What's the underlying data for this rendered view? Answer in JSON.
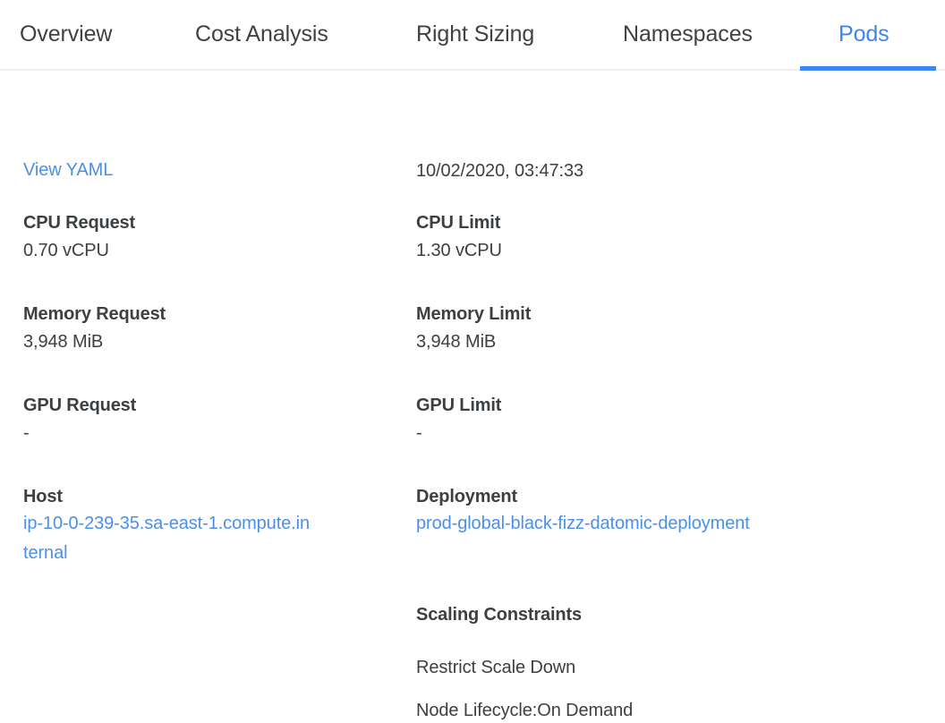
{
  "tabs": [
    {
      "label": "Overview",
      "active": false
    },
    {
      "label": "Cost Analysis",
      "active": false
    },
    {
      "label": "Right Sizing",
      "active": false
    },
    {
      "label": "Namespaces",
      "active": false
    },
    {
      "label": "Pods",
      "active": true
    }
  ],
  "colors": {
    "accent": "#3b86f0",
    "link": "#4a90e8",
    "text": "#3c4043",
    "border": "#eceff1"
  },
  "left_column": {
    "view_yaml_link": "View YAML",
    "cpu_request": {
      "label": "CPU Request",
      "value": "0.70 vCPU"
    },
    "memory_request": {
      "label": "Memory Request",
      "value": "3,948 MiB"
    },
    "gpu_request": {
      "label": "GPU Request",
      "value": "-"
    },
    "host": {
      "label": "Host",
      "value": "ip-10-0-239-35.sa-east-1.compute.internal"
    }
  },
  "right_column": {
    "timestamp": "10/02/2020, 03:47:33",
    "cpu_limit": {
      "label": "CPU Limit",
      "value": "1.30 vCPU"
    },
    "memory_limit": {
      "label": "Memory Limit",
      "value": "3,948 MiB"
    },
    "gpu_limit": {
      "label": "GPU Limit",
      "value": "-"
    },
    "deployment": {
      "label": "Deployment",
      "value": "prod-global-black-fizz-datomic-deployment"
    },
    "scaling_constraints": {
      "label": "Scaling Constraints",
      "items": [
        "Restrict Scale Down",
        "Node Lifecycle:On Demand"
      ]
    }
  }
}
